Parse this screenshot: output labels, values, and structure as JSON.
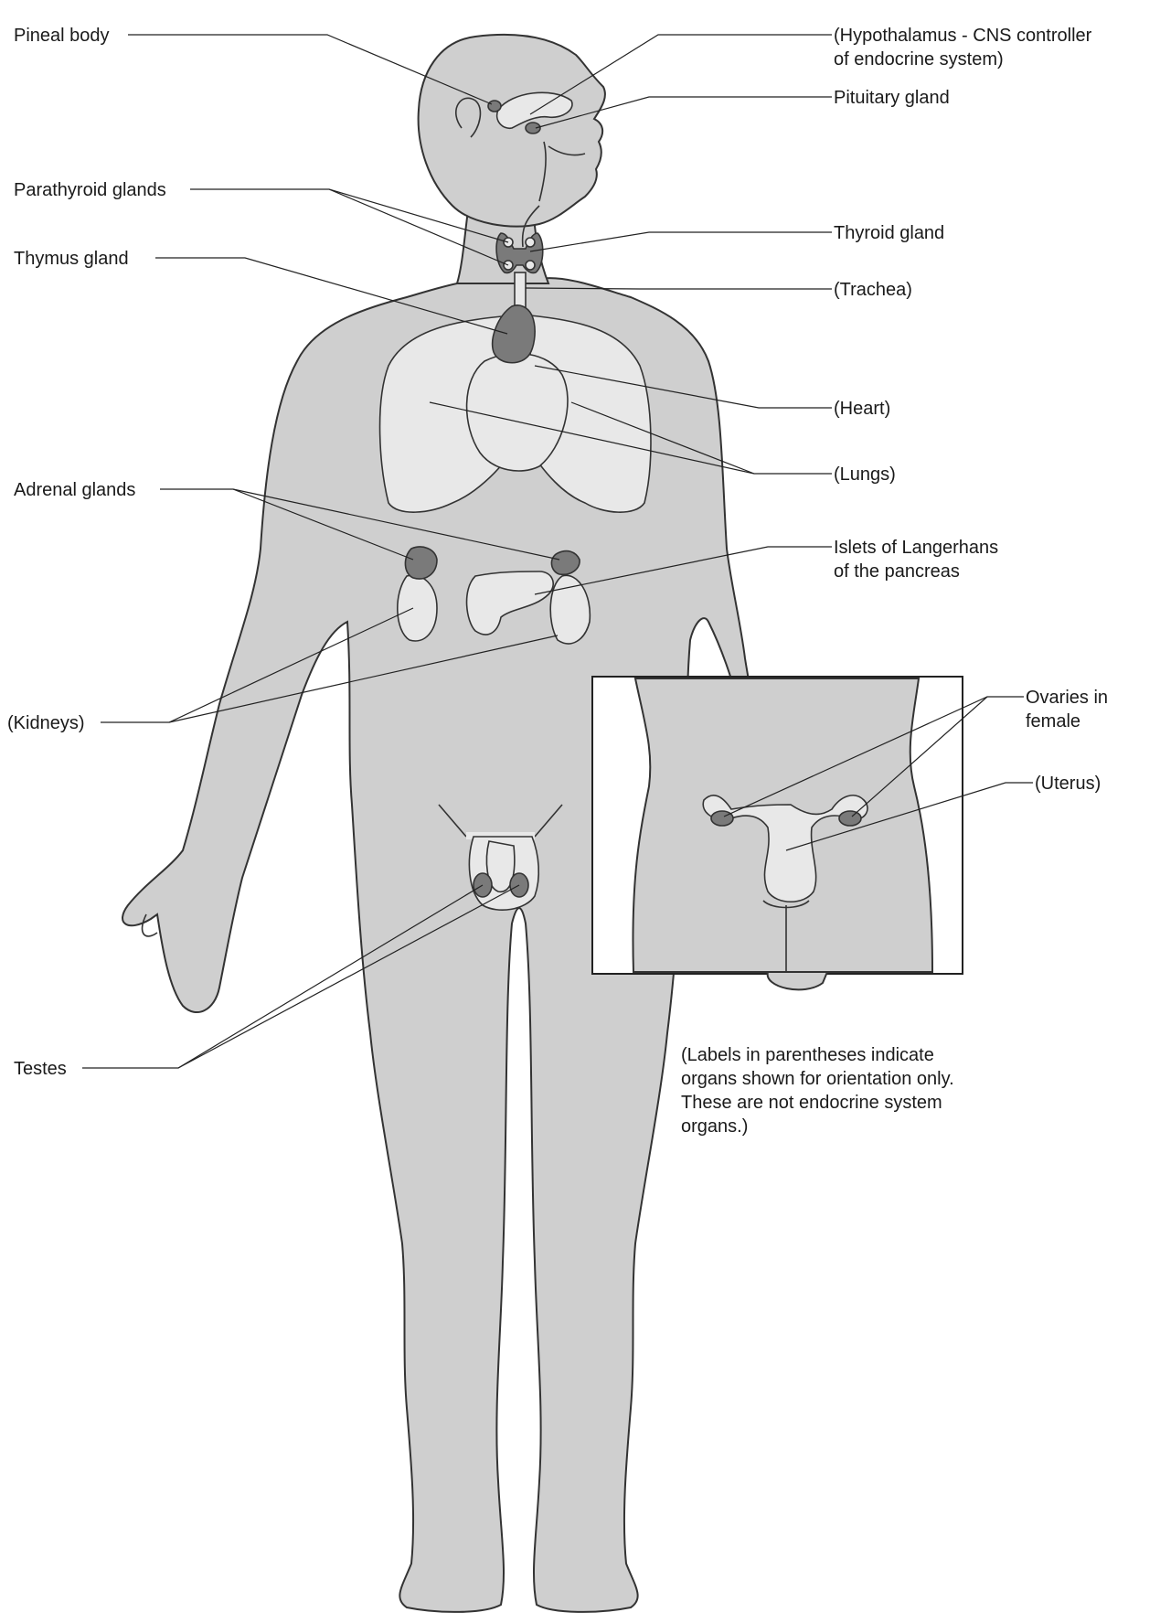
{
  "labels": {
    "pineal": "Pineal body",
    "hypothalamus_1": "(Hypothalamus - CNS controller",
    "hypothalamus_2": "of endocrine system)",
    "pituitary": "Pituitary gland",
    "parathyroid": "Parathyroid glands",
    "thyroid": "Thyroid gland",
    "thymus": "Thymus gland",
    "trachea": "(Trachea)",
    "heart": "(Heart)",
    "lungs": "(Lungs)",
    "adrenal": "Adrenal glands",
    "islets_1": "Islets of Langerhans",
    "islets_2": "of the pancreas",
    "ovaries_1": "Ovaries in",
    "ovaries_2": "female",
    "uterus": "(Uterus)",
    "kidneys": "(Kidneys)",
    "testes": "Testes"
  },
  "note": {
    "line1": "(Labels in parentheses indicate",
    "line2": "organs shown for orientation only.",
    "line3": "These are not endocrine system",
    "line4": "organs.)"
  },
  "colors": {
    "body": "#cfcfcf",
    "organ_light": "#e8e8e8",
    "gland_dark": "#7a7a7a",
    "outline": "#333333"
  }
}
